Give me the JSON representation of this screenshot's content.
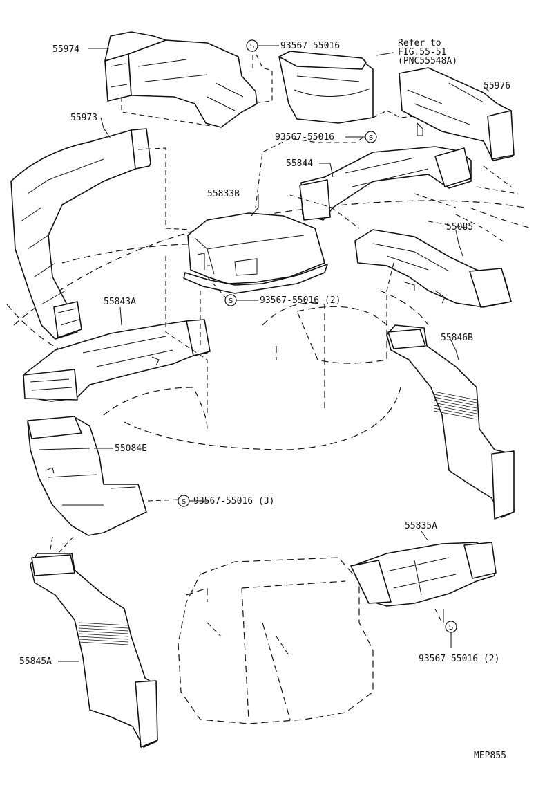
{
  "diagram": {
    "code": "MEP855",
    "clip_symbol": "S",
    "reference_note": [
      "Refer to",
      "FIG.55-51",
      "(PNC55548A)"
    ],
    "part_labels": {
      "p55974": "55974",
      "p55973": "55973",
      "p55976": "55976",
      "p55844": "55844",
      "p55833b": "55833B",
      "p55085": "55085",
      "p55843a": "55843A",
      "p55846b": "55846B",
      "p55084e": "55084E",
      "p55835a": "55835A",
      "p55845a": "55845A"
    },
    "clip_labels": {
      "c1": "93567-55016",
      "c2": "93567-55016",
      "c3": "93567-55016 (2)",
      "c4": "93567-55016 (3)",
      "c5": "93567-55016 (2)"
    }
  }
}
